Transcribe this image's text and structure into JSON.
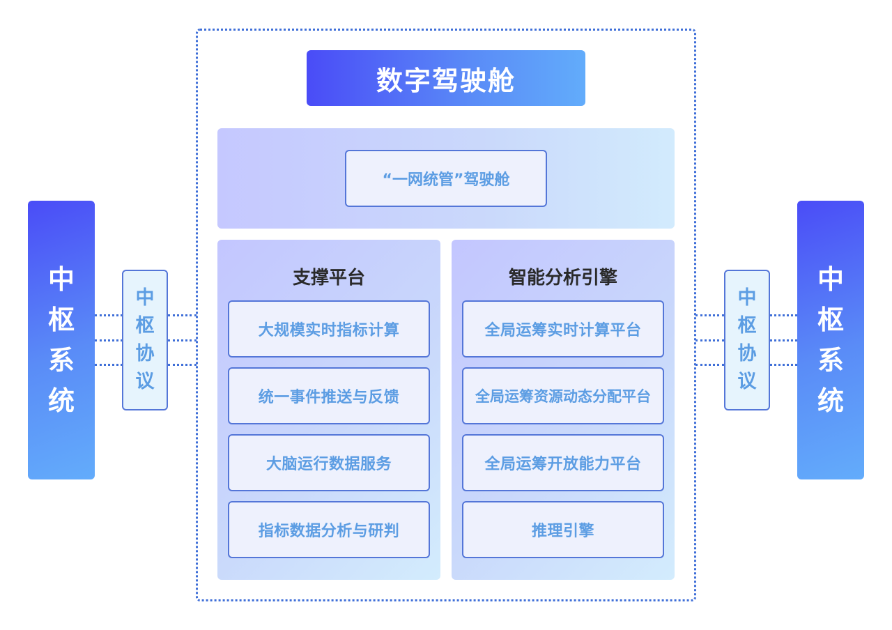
{
  "title": "数字驾驶舱",
  "top_band": {
    "label": "“一网统管”驾驶舱"
  },
  "left_column": {
    "title": "支撑平台",
    "items": [
      "大规模实时指标计算",
      "统一事件推送与反馈",
      "大脑运行数据服务",
      "指标数据分析与研判"
    ]
  },
  "right_column": {
    "title": "智能分析引擎",
    "items": [
      "全局运筹实时计算平台",
      "全局运筹资源动态分配平台",
      "全局运筹开放能力平台",
      "推理引擎"
    ]
  },
  "left_system": {
    "chars": [
      "中",
      "枢",
      "系",
      "统"
    ]
  },
  "right_system": {
    "chars": [
      "中",
      "枢",
      "系",
      "统"
    ]
  },
  "left_protocol": {
    "chars": [
      "中",
      "枢",
      "协",
      "议"
    ]
  },
  "right_protocol": {
    "chars": [
      "中",
      "枢",
      "协",
      "议"
    ]
  },
  "colors": {
    "primary_blue": "#4a4cf7",
    "light_blue": "#63acfb",
    "item_text": "#5c9de3",
    "border": "#5476d8"
  }
}
